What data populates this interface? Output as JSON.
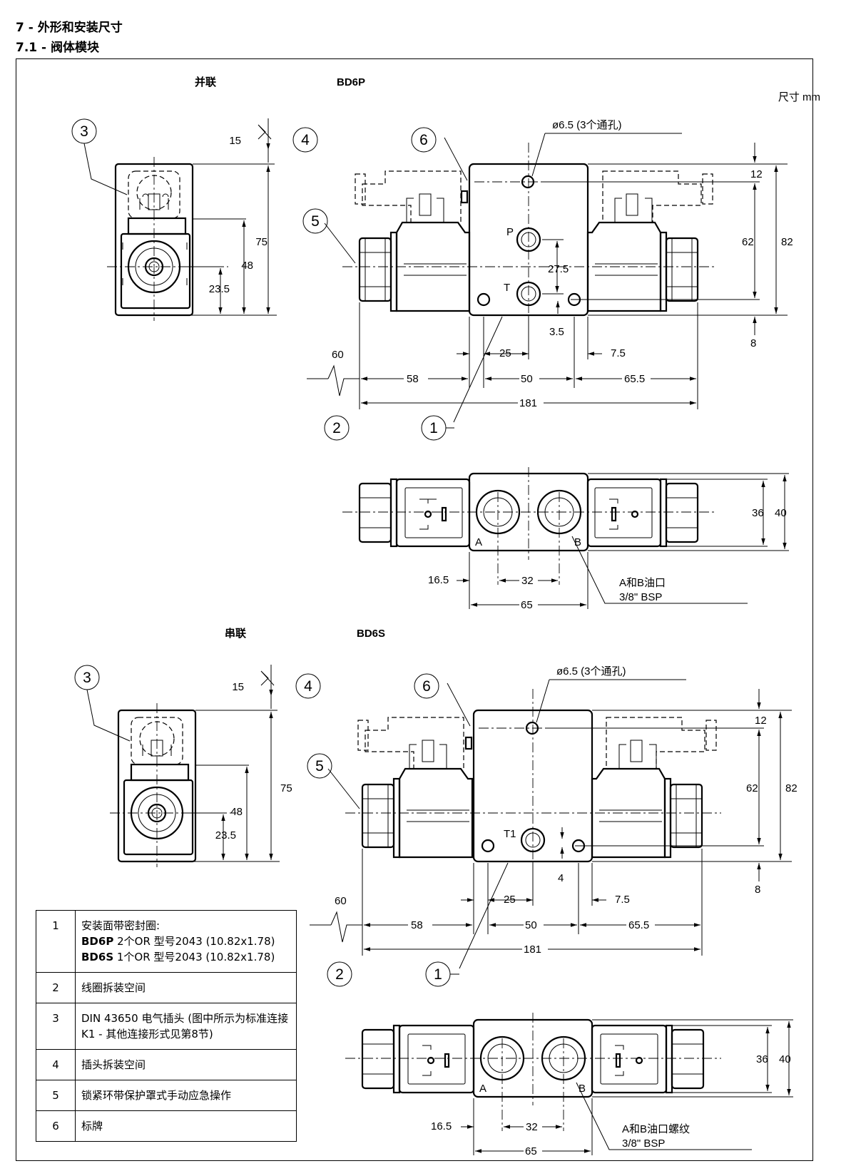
{
  "section": {
    "title": "7 - 外形和安装尺寸",
    "subtitle": "7.1 - 阀体模块"
  },
  "unit_label": "尺寸 mm",
  "top": {
    "label": "并联",
    "model": "BD6P",
    "hole_note": "ø6.5 (3个通孔)",
    "port_P": "P",
    "port_T": "T",
    "port_A": "A",
    "port_B": "B",
    "port_note_1": "A和B油口",
    "port_note_2": "3/8\" BSP",
    "dims": {
      "d15": "15",
      "d75": "75",
      "d48": "48",
      "d23_5": "23.5",
      "d12": "12",
      "d62": "62",
      "d82": "82",
      "d27_5": "27.5",
      "d3_5": "3.5",
      "d8": "8",
      "d60": "60",
      "d25": "25",
      "d7_5": "7.5",
      "d58": "58",
      "d50": "50",
      "d65_5": "65.5",
      "d181": "181",
      "d36": "36",
      "d40": "40",
      "d16_5": "16.5",
      "d32": "32",
      "d65": "65"
    }
  },
  "bottom": {
    "label": "串联",
    "model": "BD6S",
    "hole_note": "ø6.5 (3个通孔)",
    "port_T1": "T1",
    "port_A": "A",
    "port_B": "B",
    "port_note_1": "A和B油口螺纹",
    "port_note_2": "3/8\" BSP",
    "dims": {
      "d15": "15",
      "d75": "75",
      "d48": "48",
      "d23_5": "23.5",
      "d12": "12",
      "d62": "62",
      "d82": "82",
      "d4": "4",
      "d8": "8",
      "d60": "60",
      "d25": "25",
      "d7_5": "7.5",
      "d58": "58",
      "d50": "50",
      "d65_5": "65.5",
      "d181": "181",
      "d36": "36",
      "d40": "40",
      "d16_5": "16.5",
      "d32": "32",
      "d65": "65"
    }
  },
  "callouts": [
    "1",
    "2",
    "3",
    "4",
    "5",
    "6"
  ],
  "legend": [
    {
      "num": "1",
      "line1": "安装面带密封圈:",
      "bd6p_bold": "BD6P",
      "bd6p_text": " 2个OR 型号2043 (10.82x1.78)",
      "bd6s_bold": "BD6S",
      "bd6s_text": " 1个OR 型号2043 (10.82x1.78)"
    },
    {
      "num": "2",
      "text": "线圈拆装空间"
    },
    {
      "num": "3",
      "text": "DIN 43650 电气插头 (图中所示为标准连接K1 - 其他连接形式见第8节)"
    },
    {
      "num": "4",
      "text": "插头拆装空间"
    },
    {
      "num": "5",
      "text": "锁紧环带保护罩式手动应急操作"
    },
    {
      "num": "6",
      "text": "标牌"
    }
  ]
}
